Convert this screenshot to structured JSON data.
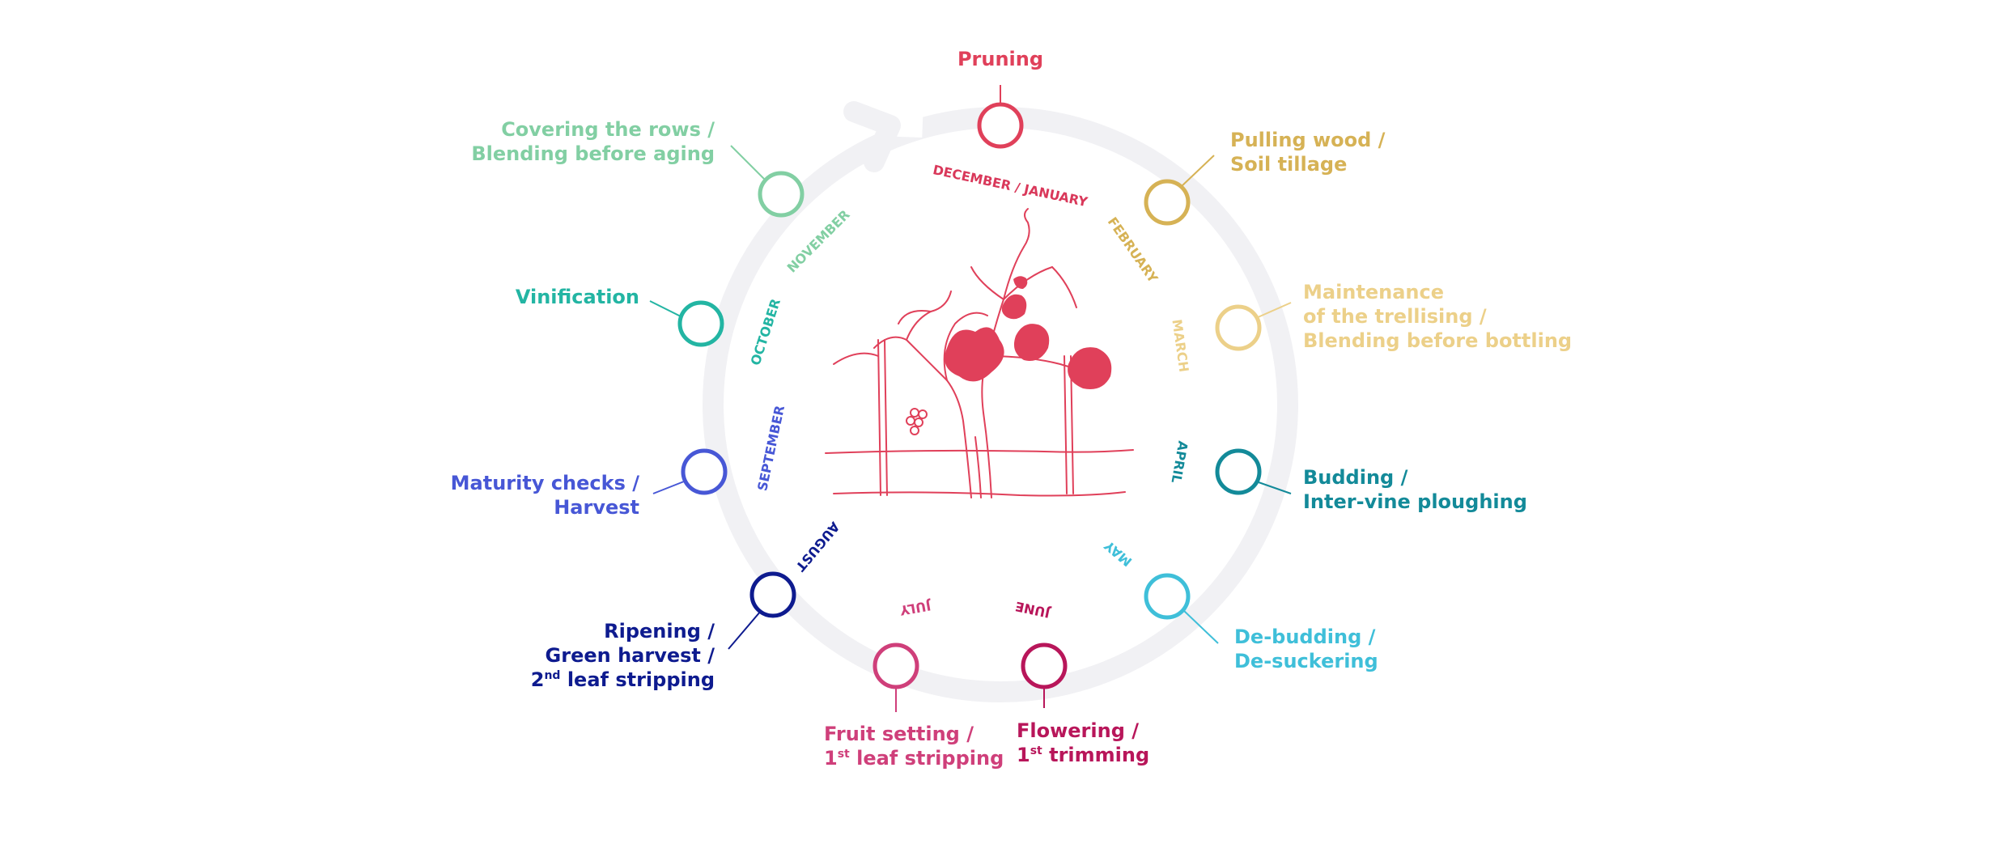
{
  "colors": {
    "ring": "#f1f1f4",
    "vine": "#e0405a"
  },
  "months": [
    {
      "label": "DECEMBER / JANUARY",
      "color": "#d9385a"
    },
    {
      "label": "FEBRUARY",
      "color": "#d6b255"
    },
    {
      "label": "MARCH",
      "color": "#ecd089"
    },
    {
      "label": "APRIL",
      "color": "#138a99"
    },
    {
      "label": "MAY",
      "color": "#3fbfd9"
    },
    {
      "label": "JUNE",
      "color": "#b8165a"
    },
    {
      "label": "JULY",
      "color": "#cf3f7a"
    },
    {
      "label": "AUGUST",
      "color": "#0e1b8f"
    },
    {
      "label": "SEPTEMBER",
      "color": "#4757d6"
    },
    {
      "label": "OCTOBER",
      "color": "#23b5a3"
    },
    {
      "label": "NOVEMBER",
      "color": "#82cfa3"
    }
  ],
  "stages": [
    {
      "id": "pruning",
      "color": "#e0405a",
      "lines": [
        "Pruning"
      ]
    },
    {
      "id": "pulling-wood",
      "color": "#d6b255",
      "lines": [
        "Pulling wood /",
        "Soil tillage"
      ]
    },
    {
      "id": "maintenance",
      "color": "#ecd089",
      "lines": [
        "Maintenance",
        "of the trellising /",
        "Blending before bottling"
      ]
    },
    {
      "id": "budding",
      "color": "#138a99",
      "lines": [
        "Budding /",
        "Inter-vine ploughing"
      ]
    },
    {
      "id": "de-budding",
      "color": "#3fbfd9",
      "lines": [
        "De-budding /",
        "De-suckering"
      ]
    },
    {
      "id": "flowering",
      "color": "#b8165a",
      "lines": [
        "Flowering /",
        "1st trimming"
      ]
    },
    {
      "id": "fruit-setting",
      "color": "#cf3f7a",
      "lines": [
        "Fruit setting /",
        "1st leaf stripping"
      ]
    },
    {
      "id": "ripening",
      "color": "#0e1b8f",
      "lines": [
        "Ripening /",
        "Green harvest /",
        "2nd leaf stripping"
      ]
    },
    {
      "id": "maturity",
      "color": "#4757d6",
      "lines": [
        "Maturity checks /",
        "Harvest"
      ]
    },
    {
      "id": "vinification",
      "color": "#23b5a3",
      "lines": [
        "Vinification"
      ]
    },
    {
      "id": "covering",
      "color": "#82cfa3",
      "lines": [
        "Covering the rows /",
        "Blending before aging"
      ]
    }
  ]
}
